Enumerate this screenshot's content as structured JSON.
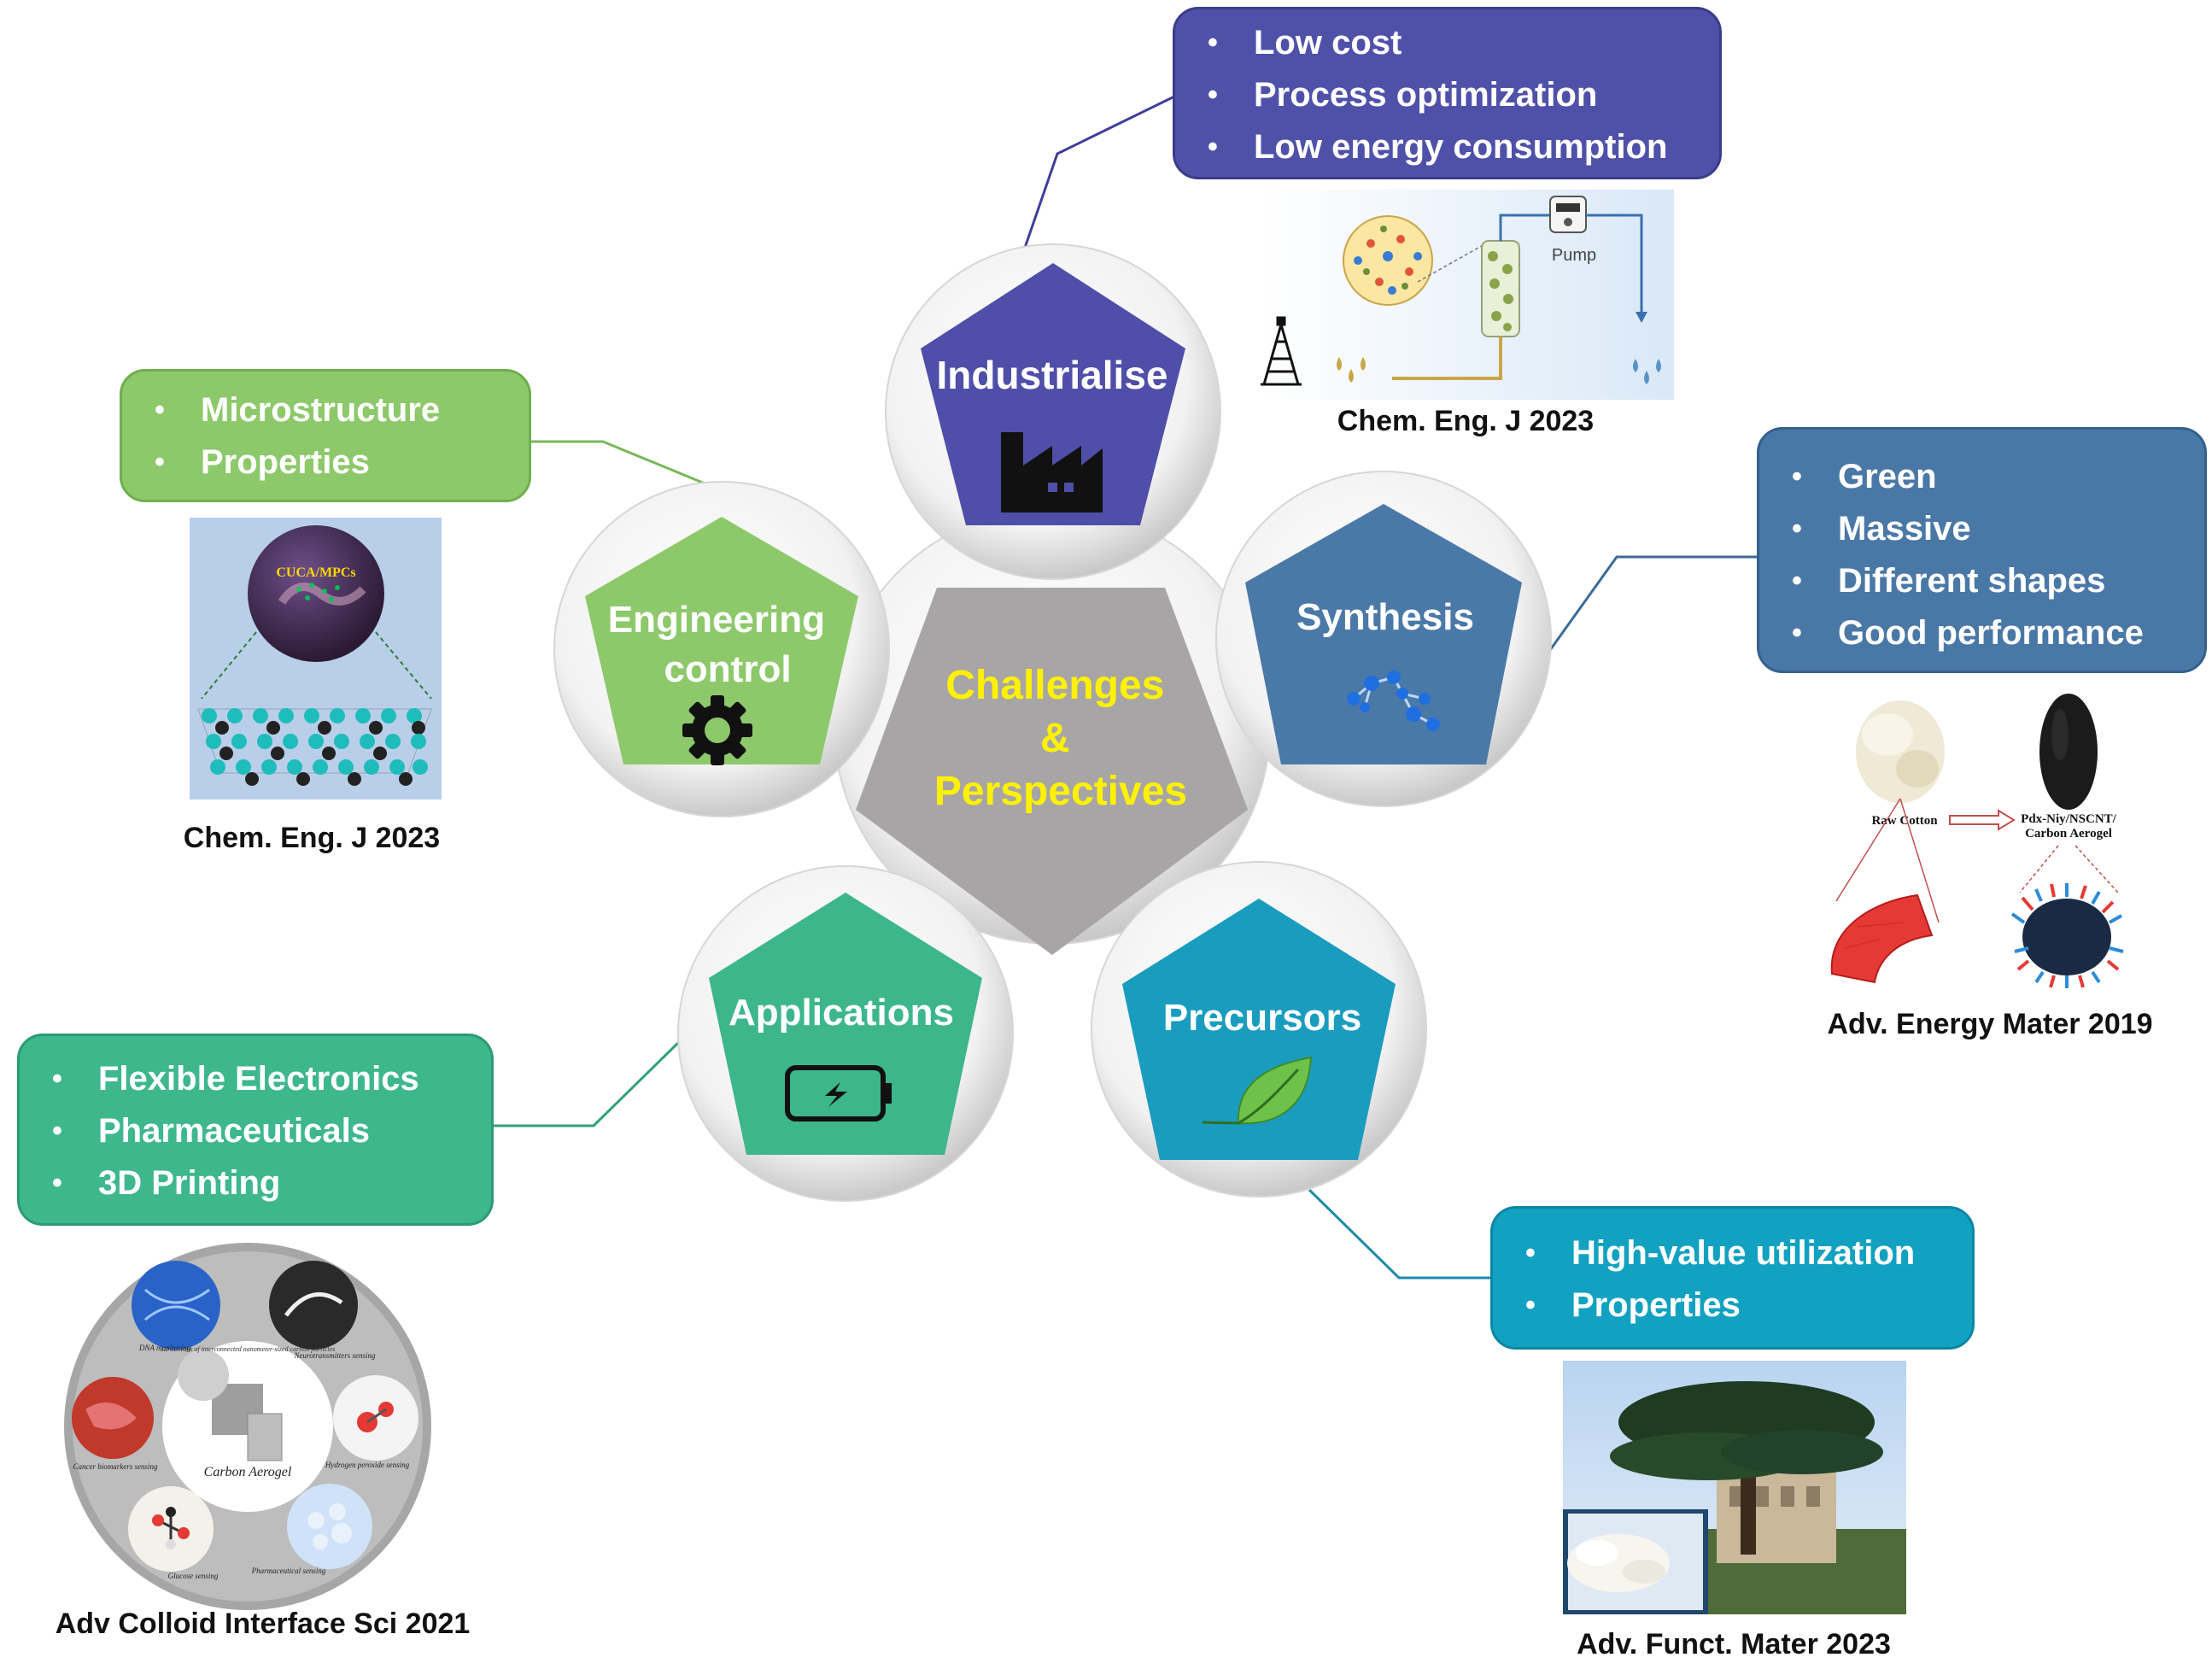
{
  "center": {
    "lines": [
      "Challenges",
      "&",
      "Perspectives"
    ],
    "color": "#fff200"
  },
  "nodes": {
    "industrialise": {
      "label": "Industrialise",
      "icon": "factory-icon",
      "color": "#4f4ea8"
    },
    "synthesis": {
      "label": "Synthesis",
      "icon": "molecule-icon",
      "color": "#4a79a7"
    },
    "precursors": {
      "label": "Precursors",
      "icon": "leaf-icon",
      "color": "#1a9cbf"
    },
    "applications": {
      "label": "Applications",
      "icon": "battery-icon",
      "color": "#3db68b"
    },
    "engineering": {
      "lines": [
        "Engineering",
        "control"
      ],
      "icon": "gear-icon",
      "color": "#8dc96b"
    }
  },
  "boxes": {
    "industrialise": {
      "items": [
        "Low cost",
        "Process optimization",
        "Low energy consumption"
      ],
      "caption": "Chem. Eng. J 2023"
    },
    "synthesis": {
      "items": [
        "Green",
        "Massive",
        "Different shapes",
        "Good performance"
      ],
      "caption": "Adv. Energy Mater 2019"
    },
    "precursors": {
      "items": [
        "High-value utilization",
        "Properties"
      ],
      "caption": "Adv. Funct. Mater 2023"
    },
    "applications": {
      "items": [
        "Flexible Electronics",
        "Pharmaceuticals",
        "3D Printing"
      ],
      "caption": "Adv Colloid Interface Sci 2021"
    },
    "engineering": {
      "items": [
        "Microstructure",
        "Properties"
      ],
      "caption": "Chem. Eng. J 2023"
    }
  },
  "images": {
    "pump_label": "Pump",
    "cuca_label": "CUCA/MPCs",
    "raw_cotton": "Raw Cotton",
    "aerogel_line1": "Pdx-Niy/NSCNT/",
    "aerogel_line2": "Carbon Aerogel",
    "aerogel_center": "Carbon Aerogel",
    "aerogel_network": "3D network of interconnected nanometer-sized carbon particles",
    "sensing": [
      "DNA monitoring",
      "Neurotransmitters sensing",
      "Hydrogen peroxide sensing",
      "Pharmaceutical sensing",
      "Glucose sensing",
      "Cancer biomarkers sensing"
    ]
  }
}
